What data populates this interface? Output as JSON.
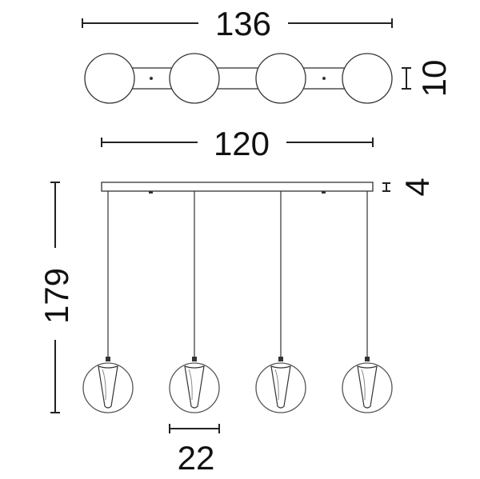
{
  "dimensions": {
    "total_width": "136",
    "canopy_depth": "10",
    "canopy_width": "120",
    "canopy_height": "4",
    "total_height": "179",
    "globe_diameter": "22"
  },
  "pendant_count": 4
}
